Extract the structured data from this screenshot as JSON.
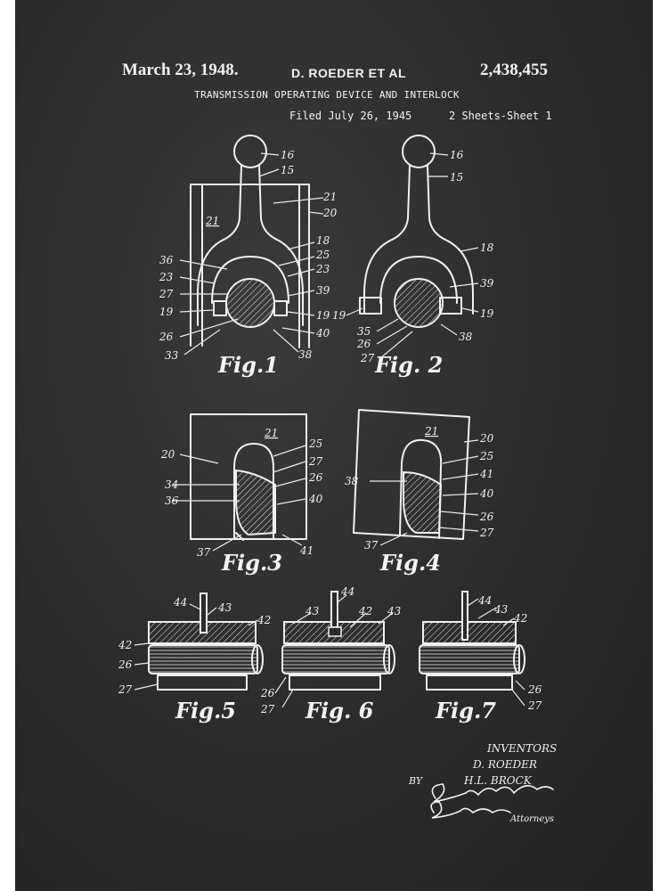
{
  "header": {
    "date": "March 23, 1948.",
    "inventors": "D. ROEDER ET AL",
    "patent_number": "2,438,455",
    "title": "TRANSMISSION OPERATING DEVICE AND INTERLOCK",
    "filed": "Filed July 26, 1945",
    "sheets": "2 Sheets-Sheet 1"
  },
  "figures": {
    "fig1": "Fig.1",
    "fig2": "Fig. 2",
    "fig3": "Fig.3",
    "fig4": "Fig.4",
    "fig5": "Fig.5",
    "fig6": "Fig. 6",
    "fig7": "Fig.7"
  },
  "reference_numerals": {
    "fig1": [
      "16",
      "15",
      "21",
      "20",
      "21",
      "18",
      "25",
      "36",
      "23",
      "23",
      "27",
      "39",
      "19",
      "19",
      "26",
      "40",
      "33",
      "38"
    ],
    "fig2": [
      "16",
      "15",
      "18",
      "39",
      "19",
      "19",
      "35",
      "26",
      "38",
      "27"
    ],
    "fig3": [
      "21",
      "20",
      "25",
      "27",
      "34",
      "26",
      "36",
      "40",
      "37",
      "41"
    ],
    "fig4": [
      "21",
      "20",
      "25",
      "38",
      "41",
      "40",
      "26",
      "27",
      "37"
    ],
    "fig5": [
      "44",
      "43",
      "42",
      "42",
      "26",
      "27"
    ],
    "fig6": [
      "44",
      "43",
      "42",
      "43",
      "26",
      "27"
    ],
    "fig7": [
      "44",
      "43",
      "42",
      "26",
      "27"
    ]
  },
  "inventors_block": {
    "heading": "INVENTORS",
    "name1": "D. ROEDER",
    "name2": "H.L. BROCK",
    "by": "BY",
    "attorneys": "Attorneys"
  },
  "colors": {
    "chalkboard": "#2b2b2b",
    "chalk": "#f0f0f0"
  }
}
